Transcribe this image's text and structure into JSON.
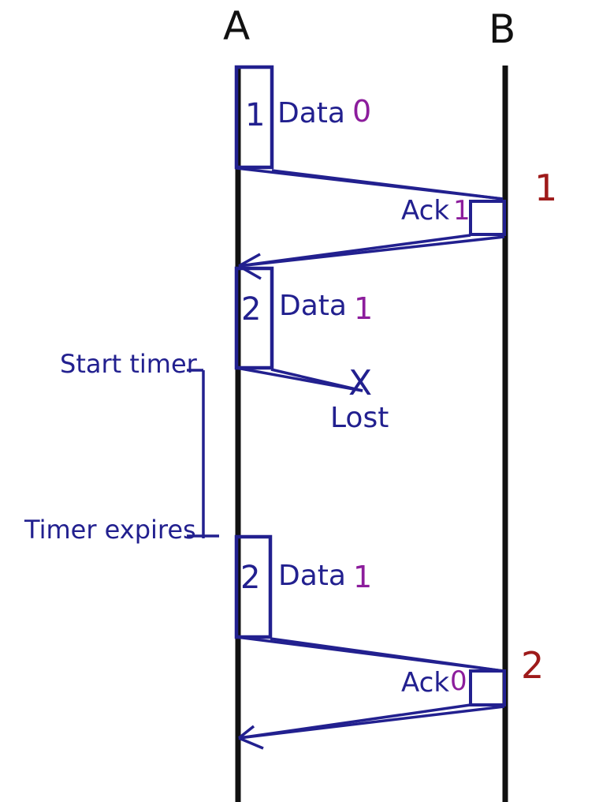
{
  "title": "Stop-and-wait protocol timeline (hand-drawn)",
  "colors": {
    "ink_blue": "#22208f",
    "ink_purple": "#8c1d9c",
    "ink_red": "#9e1a1a",
    "ink_black": "#111111"
  },
  "endpoints": {
    "a": "A",
    "b": "B"
  },
  "events": {
    "send_first": {
      "box_seq": "1",
      "label": "Data",
      "seq": "0"
    },
    "recv_count_first": "1",
    "ack_first": {
      "label": "Ack",
      "seq": "1"
    },
    "send_second": {
      "box_seq": "2",
      "label": "Data",
      "seq": "1"
    },
    "start_timer_label": "Start timer",
    "lost": {
      "mark": "X",
      "label": "Lost"
    },
    "timer_expires_label": "Timer expires",
    "resend_second": {
      "box_seq": "2",
      "label": "Data",
      "seq": "1"
    },
    "recv_count_second": "2",
    "ack_second": {
      "label": "Ack",
      "seq": "0"
    }
  }
}
